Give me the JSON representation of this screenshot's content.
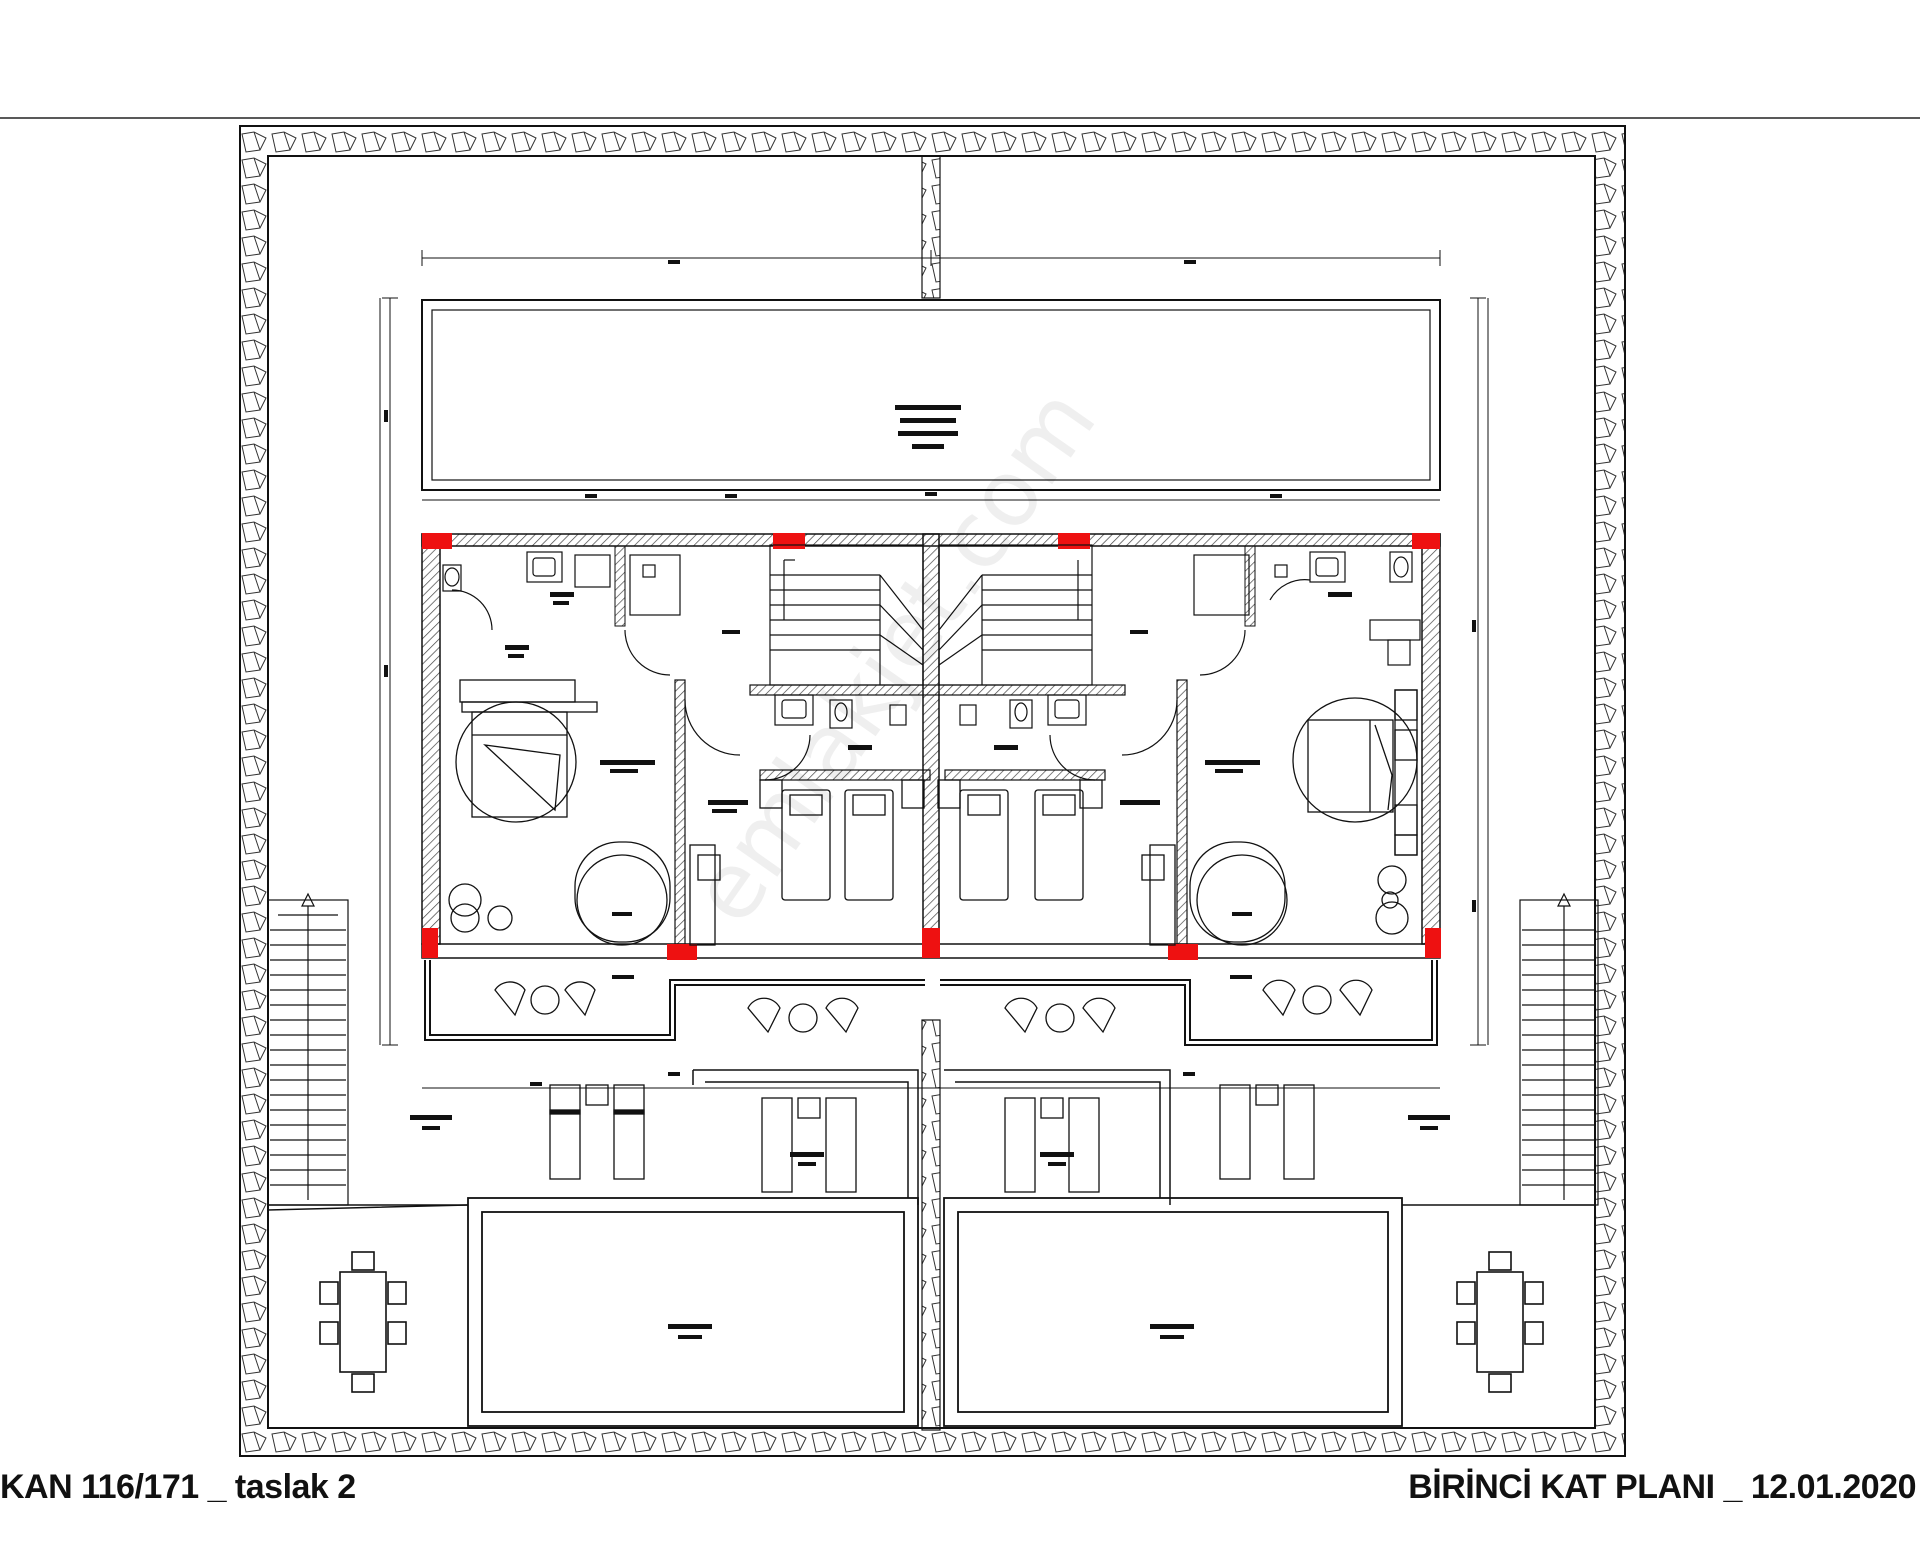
{
  "captions": {
    "left": "KAN 116/171 _ taslak 2",
    "right": "BİRİNCİ KAT PLANI _ 12.01.2020"
  },
  "watermark": "emlakjet.com",
  "colors": {
    "line": "#111111",
    "column_fill": "#ee1111",
    "wall_hatch": "#444444",
    "background": "#ffffff"
  }
}
